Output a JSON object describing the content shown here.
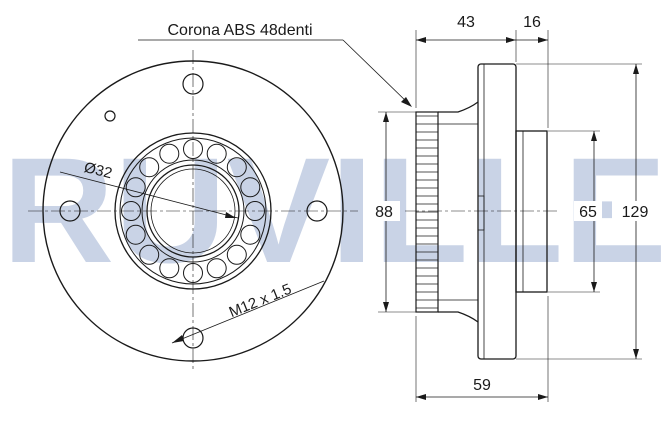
{
  "watermark": {
    "text": "RUVILLE",
    "color": "#c9d3e6"
  },
  "annotations": {
    "abs_ring": "Corona ABS 48denti",
    "bore": "Ø32",
    "thread": "M12 x 1.5"
  },
  "dimensions": {
    "width_overall": "43",
    "width_flange": "16",
    "diameter_abs": "88",
    "diameter_spigot": "65",
    "diameter_flange": "129",
    "length_total": "59"
  },
  "colors": {
    "line": "#1a1a1a",
    "background": "#ffffff"
  }
}
